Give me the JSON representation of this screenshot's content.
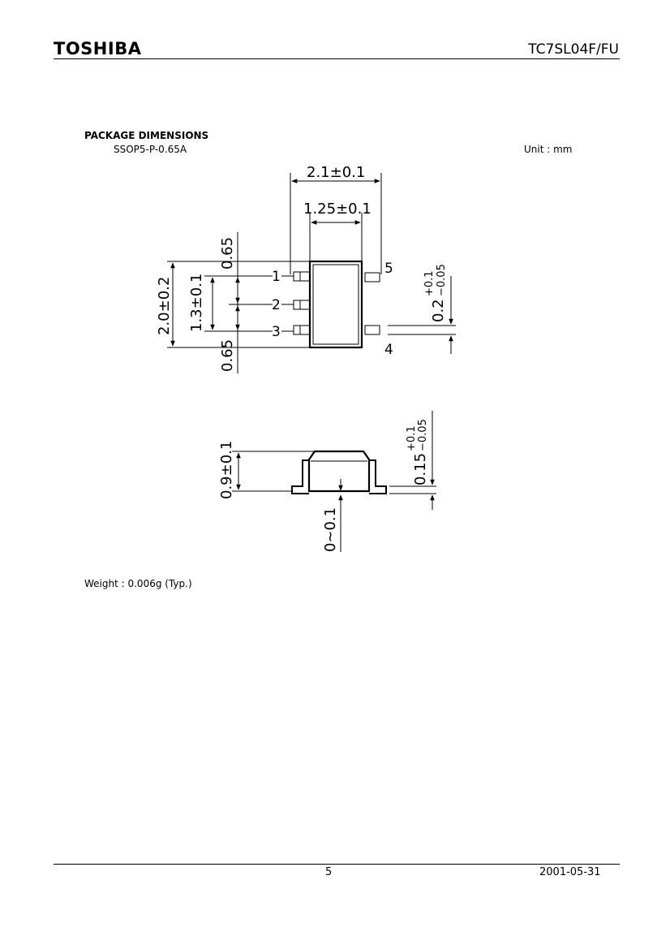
{
  "header": {
    "brand": "TOSHIBA",
    "part_number": "TC7SL04F/FU"
  },
  "package": {
    "heading": "PACKAGE DIMENSIONS",
    "code": "SSOP5-P-0.65A",
    "unit": "Unit : mm"
  },
  "top_view": {
    "dim_width": "2.1±0.1",
    "dim_body_width": "1.25±0.1",
    "dim_total_height": "2.0±0.2",
    "dim_body_height": "1.3±0.1",
    "dim_pitch_top": "0.65",
    "dim_pitch_bottom": "0.65",
    "dim_lead_width": "0.2",
    "dim_lead_width_tol_plus": "+0.1",
    "dim_lead_width_tol_minus": "−0.05",
    "pins": [
      "1",
      "2",
      "3",
      "4",
      "5"
    ]
  },
  "side_view": {
    "dim_height": "0.9±0.1",
    "dim_lead_thickness": "0.15",
    "dim_lead_thickness_tol_plus": "+0.1",
    "dim_lead_thickness_tol_minus": "−0.05",
    "dim_standoff": "0~0.1"
  },
  "weight": "Weight : 0.006g (Typ.)",
  "footer": {
    "page": "5",
    "date": "2001-05-31"
  }
}
